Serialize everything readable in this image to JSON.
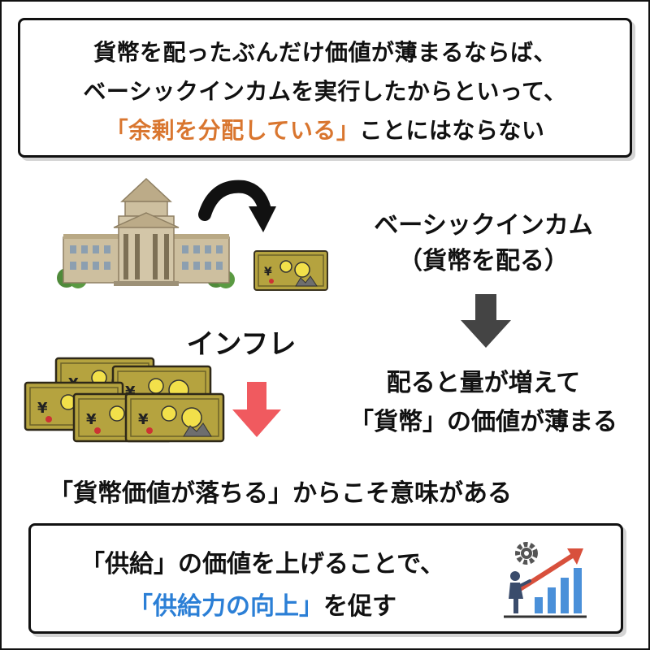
{
  "header": {
    "line1": "貨幣を配ったぶんだけ価値が薄まるならば、",
    "line2": "ベーシックインカムを実行したからといって、",
    "line3_highlight": "「余剰を分配している」",
    "line3_rest": "ことにはならない"
  },
  "flow": {
    "bi_title": "ベーシックインカム",
    "bi_sub": "（貨幣を配る）",
    "result_line1": "配ると量が増えて",
    "result_line2": "「貨幣」の価値が薄まる",
    "inflation_label": "インフレ",
    "conclusion": "「貨幣価値が落ちる」からこそ意味がある"
  },
  "footer": {
    "line1": "「供給」の価値を上げることで、",
    "line2_highlight": "「供給力の向上」",
    "line2_rest": "を促す"
  },
  "banknote_symbol": "¥",
  "colors": {
    "accent_orange": "#d9762f",
    "accent_red": "#f05a5f",
    "accent_blue": "#2b7fd6",
    "building": "#c9b99a",
    "banknote": "#b5a33f"
  },
  "icons": [
    "parliament-building-icon",
    "curved-arrow-icon",
    "banknote-icon",
    "down-arrow-icon",
    "banknote-stack-icon",
    "growth-chart-icon",
    "gear-icon"
  ]
}
